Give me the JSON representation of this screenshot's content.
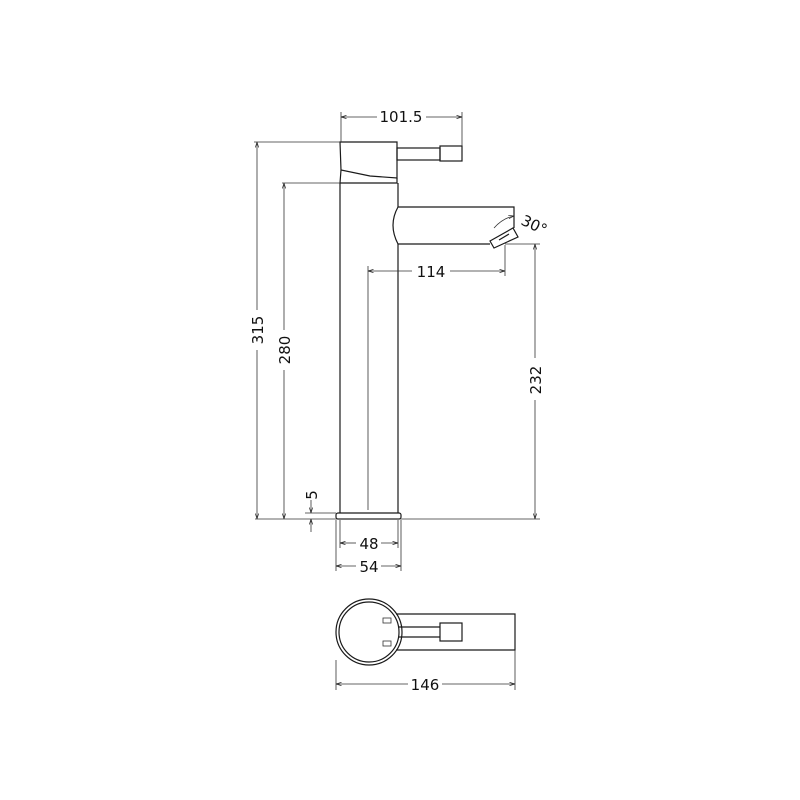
{
  "drawing": {
    "colors": {
      "line": "#1a1a1a",
      "background": "#ffffff"
    },
    "side_view": {
      "dimensions": {
        "handle_reach": "101.5",
        "overall_height": "315",
        "body_height": "280",
        "spout_reach": "114",
        "spout_height": "232",
        "base_plate": "5",
        "body_diameter": "48",
        "base_diameter": "54",
        "aerator_angle": "30°"
      }
    },
    "plan_view": {
      "dimensions": {
        "overall_length": "146"
      }
    }
  }
}
